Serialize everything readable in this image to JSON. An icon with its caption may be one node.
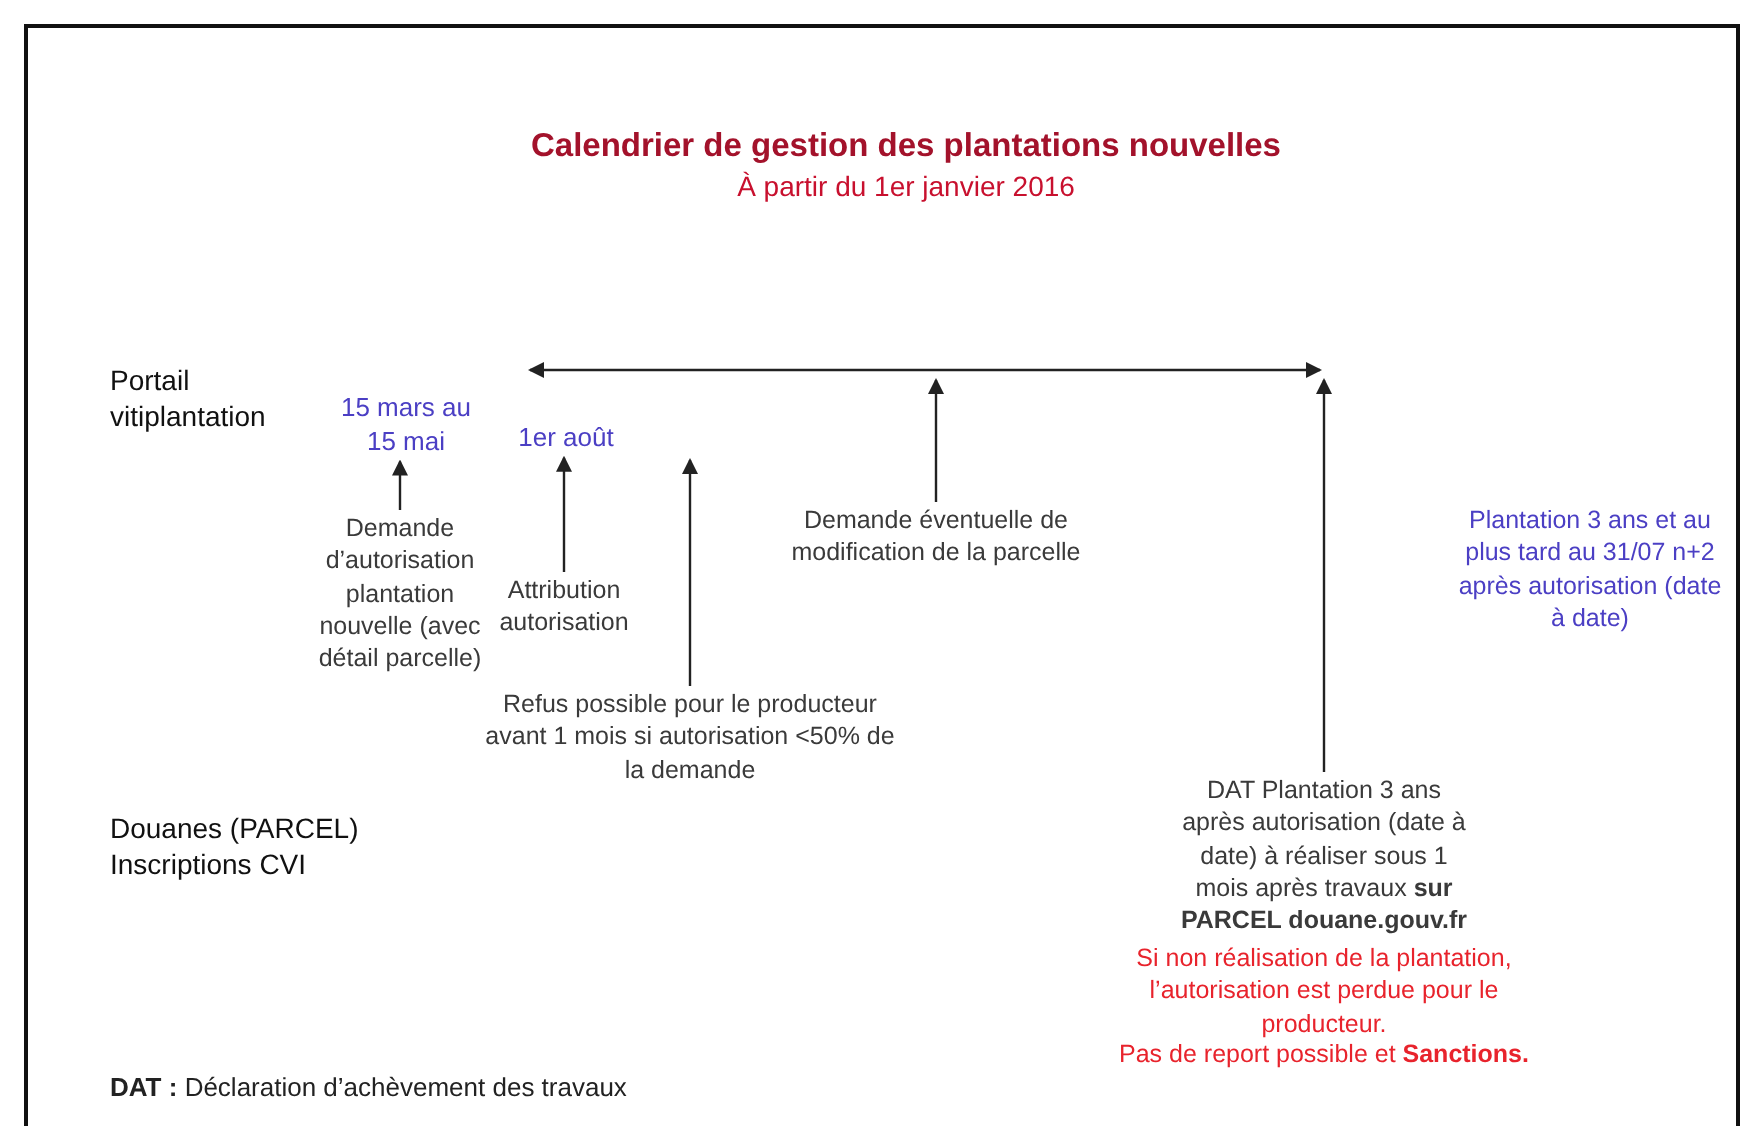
{
  "diagram": {
    "title": "Calendrier de gestion des plantations nouvelles",
    "nodes": [
      {
        "text": [
          "15 mars au 15 mai"
        ]
      },
      {
        "text": [
          "1er août"
        ]
      },
      {
        "text": [
          "Demande d’autorisation plantation nouvelle (avec détail parcelle)"
        ]
      },
      {
        "text": [
          "Attribution autorisation"
        ]
      },
      {
        "text": [
          "Refus possible pour le producteur avant 1 mois si autorisation <50% de la demande"
        ]
      },
      {
        "text": [
          "Demande éventuelle de modification de la parcelle"
        ]
      },
      {
        "text": [
          "DAT Plantation 3 ans après autorisation (date à date) à réaliser sous 1 mois après travaux **sur PARCEL douane.gouv.fr**"
        ]
      }
    ],
    "edges": [
      {
        "from": 2,
        "to": 0,
        "arrow": "to"
      },
      {
        "from": 3,
        "to": 1,
        "arrow": "to"
      },
      {
        "from": 4,
        "to": null,
        "arrow": "to"
      },
      {
        "from": 5,
        "to": null,
        "arrow": "to"
      },
      {
        "from": 6,
        "to": null,
        "arrow": "to"
      }
    ],
    "labels": [
      "À partir du 1er janvier 2016",
      "Portail vitiplantation",
      "Plantation 3 ans et au plus tard au 31/07 n+2 après autorisation (date à date)",
      "Douanes (PARCEL) Inscriptions CVI",
      "Si non réalisation de la plantation, l’autorisation est perdue pour le producteur.",
      "Pas de report possible et **Sanctions.**",
      "**DAT :** Déclaration d’achèvement des travaux"
    ]
  }
}
